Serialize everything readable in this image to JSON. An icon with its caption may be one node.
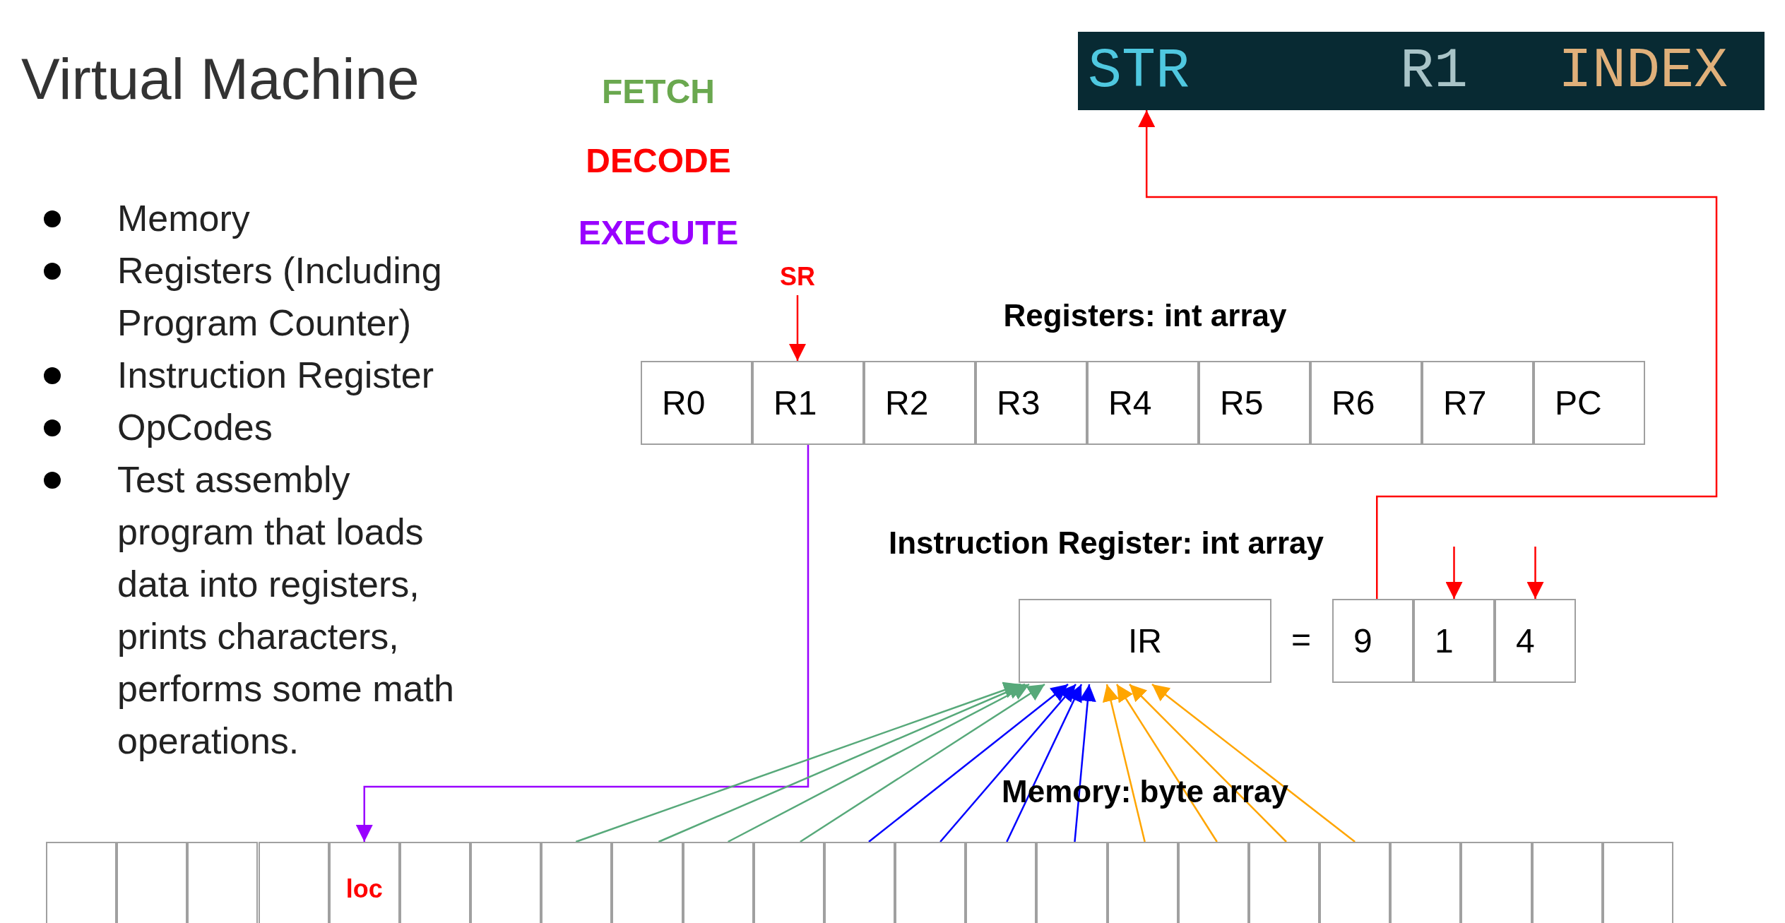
{
  "diagram": {
    "title": "Virtual Machine",
    "nodes": [
      {
        "text": [
          "STR",
          "R1",
          "INDEX"
        ]
      },
      {
        "text": [
          "SR"
        ]
      },
      {
        "text": [
          "R0"
        ]
      },
      {
        "text": [
          "R1"
        ]
      },
      {
        "text": [
          "R2"
        ]
      },
      {
        "text": [
          "R3"
        ]
      },
      {
        "text": [
          "R4"
        ]
      },
      {
        "text": [
          "R5"
        ]
      },
      {
        "text": [
          "R6"
        ]
      },
      {
        "text": [
          "R7"
        ]
      },
      {
        "text": [
          "PC"
        ]
      },
      {
        "text": [
          "IR"
        ]
      },
      {
        "text": [
          "9"
        ]
      },
      {
        "text": [
          "1"
        ]
      },
      {
        "text": [
          "4"
        ]
      },
      {
        "text": [],
        "shape": "box"
      },
      {
        "text": [],
        "shape": "box"
      },
      {
        "text": [],
        "shape": "box"
      },
      {
        "text": [],
        "shape": "box"
      },
      {
        "text": [
          "loc"
        ]
      },
      {
        "text": [],
        "shape": "box"
      },
      {
        "text": [],
        "shape": "box"
      },
      {
        "text": [],
        "shape": "box"
      },
      {
        "text": [],
        "shape": "box"
      },
      {
        "text": [],
        "shape": "box"
      },
      {
        "text": [],
        "shape": "box"
      },
      {
        "text": [],
        "shape": "box"
      },
      {
        "text": [],
        "shape": "box"
      },
      {
        "text": [],
        "shape": "box"
      },
      {
        "text": [],
        "shape": "box"
      },
      {
        "text": [],
        "shape": "box"
      },
      {
        "text": [],
        "shape": "box"
      },
      {
        "text": [],
        "shape": "box"
      },
      {
        "text": [],
        "shape": "box"
      },
      {
        "text": [],
        "shape": "box"
      },
      {
        "text": [],
        "shape": "box"
      },
      {
        "text": [],
        "shape": "box"
      },
      {
        "text": [],
        "shape": "box"
      }
    ],
    "edges": [
      {
        "from": 1,
        "to": 3,
        "arrow": "to",
        "color": "#ff0000"
      },
      {
        "from": 3,
        "to": 19,
        "arrow": "to",
        "color": "#9900ff"
      },
      {
        "from": 12,
        "to": 0,
        "arrow": "to",
        "color": "#ff0000"
      },
      {
        "from": null,
        "to": 13,
        "arrow": "to",
        "color": "#ff0000"
      },
      {
        "from": null,
        "to": 14,
        "arrow": "to",
        "color": "#ff0000"
      },
      {
        "from": 22,
        "to": 11,
        "arrow": "to",
        "color": "#57a97a"
      },
      {
        "from": 23,
        "to": 11,
        "arrow": "to",
        "color": "#57a97a"
      },
      {
        "from": 24,
        "to": 11,
        "arrow": "to",
        "color": "#57a97a"
      },
      {
        "from": 25,
        "to": 11,
        "arrow": "to",
        "color": "#57a97a"
      },
      {
        "from": 26,
        "to": 11,
        "arrow": "to",
        "color": "#0000ff"
      },
      {
        "from": 27,
        "to": 11,
        "arrow": "to",
        "color": "#0000ff"
      },
      {
        "from": 28,
        "to": 11,
        "arrow": "to",
        "color": "#0000ff"
      },
      {
        "from": 29,
        "to": 11,
        "arrow": "to",
        "color": "#0000ff"
      },
      {
        "from": 30,
        "to": 11,
        "arrow": "to",
        "color": "#ffa500"
      },
      {
        "from": 31,
        "to": 11,
        "arrow": "to",
        "color": "#ffa500"
      },
      {
        "from": 32,
        "to": 11,
        "arrow": "to",
        "color": "#ffa500"
      },
      {
        "from": 33,
        "to": 11,
        "arrow": "to",
        "color": "#ffa500"
      }
    ],
    "labels": [
      "FETCH",
      "DECODE",
      "EXECUTE",
      "Memory",
      "Registers (Including Program Counter)",
      "Instruction Register",
      "OpCodes",
      "Test assembly program that loads data into registers, prints characters, performs some math operations.",
      "Registers: int array",
      "Instruction Register: int array",
      "=",
      "Memory: byte array"
    ]
  }
}
